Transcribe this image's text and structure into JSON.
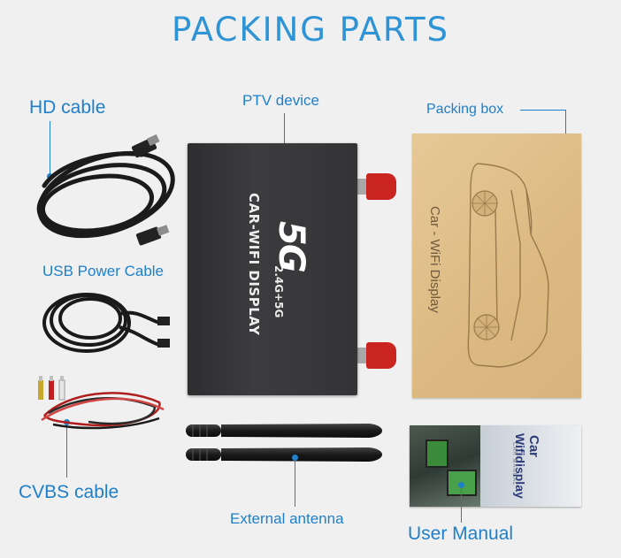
{
  "title": "PACKING PARTS",
  "labels": {
    "hd_cable": "HD cable",
    "ptv_device": "PTV device",
    "packing_box": "Packing box",
    "usb_power_cable": "USB Power Cable",
    "cvbs_cable": "CVBS cable",
    "external_antenna": "External antenna",
    "user_manual": "User Manual"
  },
  "device": {
    "product_name": "CAR-WIFI DISPLAY",
    "band": "2.4G+5G",
    "logo": "5G"
  },
  "box": {
    "print": "Car - WiFi Display"
  },
  "manual": {
    "title_line1": "Car",
    "title_line2": "Wifidisplay",
    "subtitle": "CAR MANUAL"
  },
  "colors": {
    "accent": "#2f94d6",
    "label": "#1f7fc8",
    "device_body": "#3a3a3c",
    "antenna_cap": "#c9241f",
    "box_kraft": "#e0c08e"
  }
}
